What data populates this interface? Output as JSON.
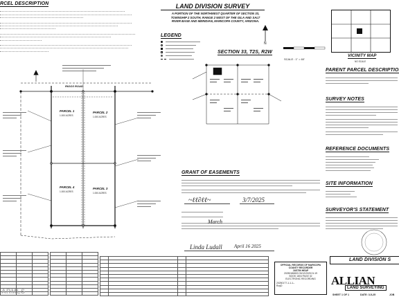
{
  "title": "LAND DIVISION SURVEY",
  "subtitle_lines": [
    "A PORTION OF THE NORTHWEST QUARTER OF SECTION 33,",
    "TOWNSHIP 2 SOUTH, RANGE 2 WEST OF THE GILA AND SALT",
    "RIVER BASE AND MERIDIAN, MARICOPA COUNTY, ARIZONA."
  ],
  "headings": {
    "parcel_description": "RCEL DESCRIPTION",
    "legend": "LEGEND",
    "section_map": "SECTION 33, T2S, R2W",
    "vicinity_map": "VICINITY MAP",
    "parent_parcel": "PARENT PARCEL DESCRIPTION",
    "survey_notes": "SURVEY NOTES",
    "grant_of_easements": "GRANT OF EASEMENTS",
    "reference_documents": "REFERENCE DOCUMENTS",
    "site_information": "SITE INFORMATION",
    "surveyors_statement": "SURVEYOR'S STATEMENT",
    "land_division_footer": "LAND DIVISION S"
  },
  "scale_text": "SCALE : 1\" = 60'",
  "vicinity_scale": "NO SCALE",
  "plat": {
    "road_label": "RIGGS ROAD",
    "parcels": [
      "PARCEL 1",
      "PARCEL 2",
      "PARCEL 3",
      "PARCEL 4"
    ],
    "parcel_areas": [
      "1.000 ACRES",
      "1.000 ACRES",
      "1.000 ACRES",
      "1.000 ACRES"
    ]
  },
  "grant_signature": {
    "date": "3/7/2025",
    "notary_month": "March",
    "notary_date": "April 16 2025"
  },
  "recording": {
    "header": "OFFICIAL RECORDS OF MARICOPA COUNTY RECORDER",
    "name": "JUSTIN HEAP",
    "number": "20250186803 03/12/2025 01:19",
    "book": "BOOK 1804 PAGE 32",
    "type": "ELECTRONIC RECORDING",
    "stamp_line": "20250177-1-1-1--",
    "stamp_tail": "RoyD"
  },
  "footer": {
    "sheet": "SHEET 1 OF 1",
    "date": "DATE: 3-5-25",
    "job": "JOB",
    "logo": "ALLIAN",
    "logo_sub": "LAND SURVEYING"
  },
  "watermark": "ARMLS"
}
